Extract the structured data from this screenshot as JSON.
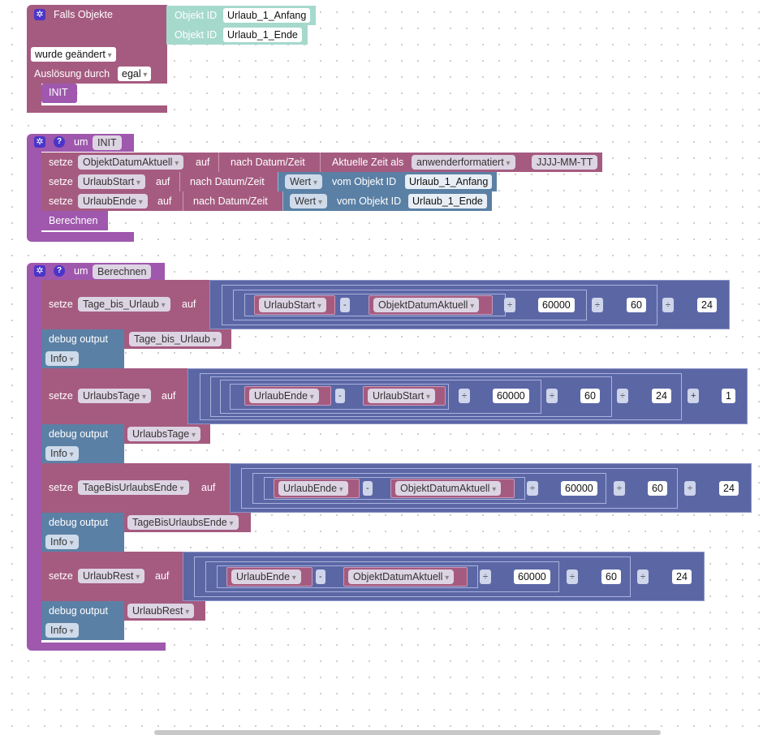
{
  "trigger": {
    "title": "Falls Objekte",
    "objects": [
      {
        "label": "Objekt ID",
        "value": "Urlaub_1_Anfang"
      },
      {
        "label": "Objekt ID",
        "value": "Urlaub_1_Ende"
      }
    ],
    "condition": "wurde geändert",
    "trigger_label": "Auslösung durch",
    "trigger_value": "egal",
    "call": "INIT"
  },
  "init_func": {
    "prefix": "um",
    "name": "INIT",
    "rows": [
      {
        "setze": "setze",
        "var": "ObjektDatumAktuell",
        "auf": "auf",
        "conv": "nach Datum/Zeit",
        "source": "Aktuelle Zeit als",
        "format": "anwenderformatiert",
        "pattern": "JJJJ-MM-TT"
      },
      {
        "setze": "setze",
        "var": "UrlaubStart",
        "auf": "auf",
        "conv": "nach Datum/Zeit",
        "source": "Wert",
        "of": "vom Objekt ID",
        "obj": "Urlaub_1_Anfang"
      },
      {
        "setze": "setze",
        "var": "UrlaubEnde",
        "auf": "auf",
        "conv": "nach Datum/Zeit",
        "source": "Wert",
        "of": "vom Objekt ID",
        "obj": "Urlaub_1_Ende"
      }
    ],
    "call": "Berechnen"
  },
  "calc_func": {
    "prefix": "um",
    "name": "Berechnen",
    "setze": "setze",
    "auf": "auf",
    "debug": "debug output",
    "level": "Info",
    "rows": [
      {
        "var": "Tage_bis_Urlaub",
        "a": "UrlaubStart",
        "op": "-",
        "b": "ObjektDatumAktuell",
        "d1": "÷",
        "n1": "60000",
        "d2": "÷",
        "n2": "60",
        "d3": "÷",
        "n3": "24",
        "debug_var": "Tage_bis_Urlaub"
      },
      {
        "var": "UrlaubsTage",
        "a": "UrlaubEnde",
        "op": "-",
        "b": "UrlaubStart",
        "d1": "÷",
        "n1": "60000",
        "d2": "÷",
        "n2": "60",
        "d3": "÷",
        "n3": "24",
        "p": "+",
        "n4": "1",
        "debug_var": "UrlaubsTage"
      },
      {
        "var": "TageBisUrlaubsEnde",
        "a": "UrlaubEnde",
        "op": "-",
        "b": "ObjektDatumAktuell",
        "d1": "÷",
        "n1": "60000",
        "d2": "÷",
        "n2": "60",
        "d3": "÷",
        "n3": "24",
        "debug_var": "TageBisUrlaubsEnde"
      },
      {
        "var": "UrlaubRest",
        "a": "UrlaubEnde",
        "op": "-",
        "b": "ObjektDatumAktuell",
        "d1": "÷",
        "n1": "60000",
        "d2": "÷",
        "n2": "60",
        "d3": "÷",
        "n3": "24",
        "debug_var": "UrlaubRest"
      }
    ]
  },
  "colors": {
    "event_purple": "#a55b80",
    "function_purple": "#9f58ad",
    "object_teal": "#a5d9cc",
    "math_blue": "#5b67a5",
    "debug_blue": "#5b80a5"
  }
}
